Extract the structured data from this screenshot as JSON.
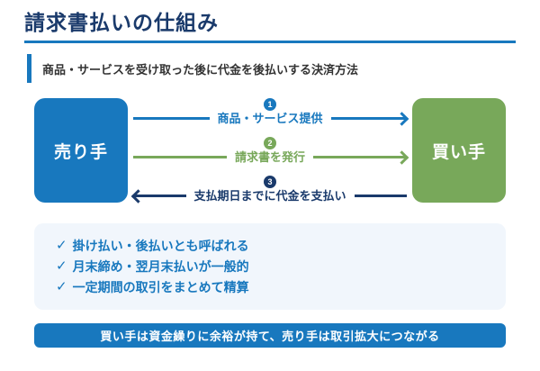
{
  "page": {
    "title": "請求書払いの仕組み",
    "subtitle": "商品・サービスを受け取った後に代金を後払いする決済方法"
  },
  "diagram": {
    "seller_label": "売り手",
    "buyer_label": "買い手",
    "flows": [
      {
        "number": "1",
        "label": "商品・サービス提供",
        "direction": "right",
        "color": "#1878be"
      },
      {
        "number": "2",
        "label": "請求書を発行",
        "direction": "right",
        "color": "#78a85a"
      },
      {
        "number": "3",
        "label": "支払期日までに代金を支払い",
        "direction": "left",
        "color": "#1a3a6b"
      }
    ]
  },
  "notes": {
    "check_symbol": "✓",
    "items": [
      "掛け払い・後払いとも呼ばれる",
      "月末締め・翌月末払いが一般的",
      "一定期間の取引をまとめて精算"
    ]
  },
  "footer": {
    "banner": "買い手は資金繰りに余裕が持て、売り手は取引拡大につながる"
  },
  "colors": {
    "primary_blue": "#1878be",
    "navy": "#1a3a6b",
    "green": "#78a85a",
    "notes_background": "#f1f6fc",
    "subtitle_text": "#333333"
  }
}
